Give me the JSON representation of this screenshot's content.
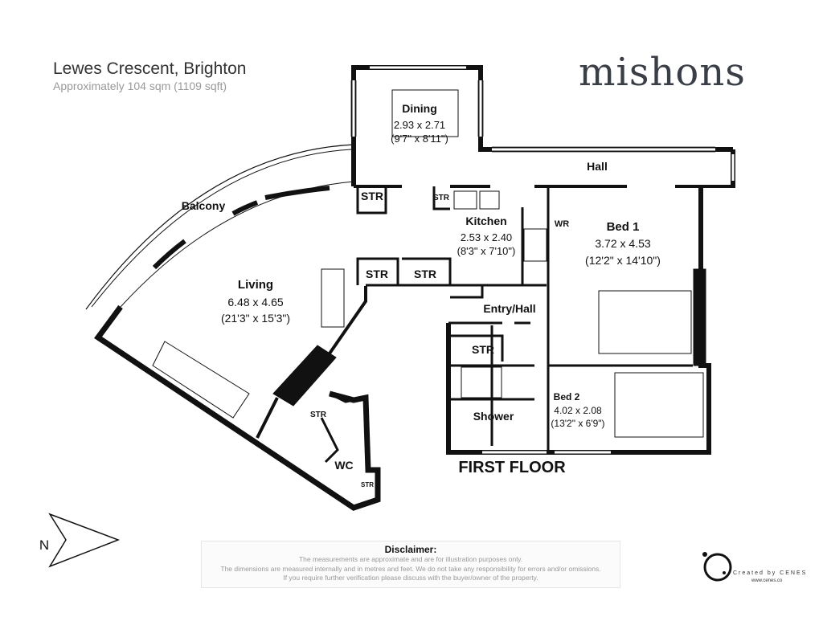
{
  "header": {
    "title": "Lewes Crescent, Brighton",
    "subtitle": "Approximately 104 sqm (1109 sqft)"
  },
  "brand": {
    "logo_text": "mishons",
    "color": "#3a3f47"
  },
  "floor_label": "FIRST FLOOR",
  "compass": {
    "label": "N"
  },
  "rooms": {
    "dining": {
      "name": "Dining",
      "metric": "2.93 x 2.71",
      "imperial": "(9'7\" x 8'11\")"
    },
    "hall": {
      "name": "Hall"
    },
    "balcony": {
      "name": "Balcony"
    },
    "kitchen": {
      "name": "Kitchen",
      "metric": "2.53 x 2.40",
      "imperial": "(8'3\" x 7'10\")"
    },
    "bed1": {
      "name": "Bed 1",
      "metric": "3.72 x 4.53",
      "imperial": "(12'2\" x 14'10\")"
    },
    "wr": {
      "name": "WR"
    },
    "living": {
      "name": "Living",
      "metric": "6.48 x 4.65",
      "imperial": "(21'3\" x 15'3\")"
    },
    "entry_hall": {
      "name": "Entry/Hall"
    },
    "shower": {
      "name": "Shower"
    },
    "bed2": {
      "name": "Bed 2",
      "metric": "4.02 x 2.08",
      "imperial": "(13'2\" x 6'9\")"
    },
    "wc": {
      "name": "WC"
    },
    "str": "STR"
  },
  "disclaimer": {
    "heading": "Disclaimer:",
    "lines": [
      "The measurements are approximate and are for illustration purposes only.",
      "The dimensions are measured internally and in metres and feet. We do not take any responsibility for errors and/or omissions.",
      "If you require further verification please discuss with the buyer/owner of the property."
    ]
  },
  "credit": {
    "text": "Created by CENES",
    "url": "www.cenes.co"
  }
}
